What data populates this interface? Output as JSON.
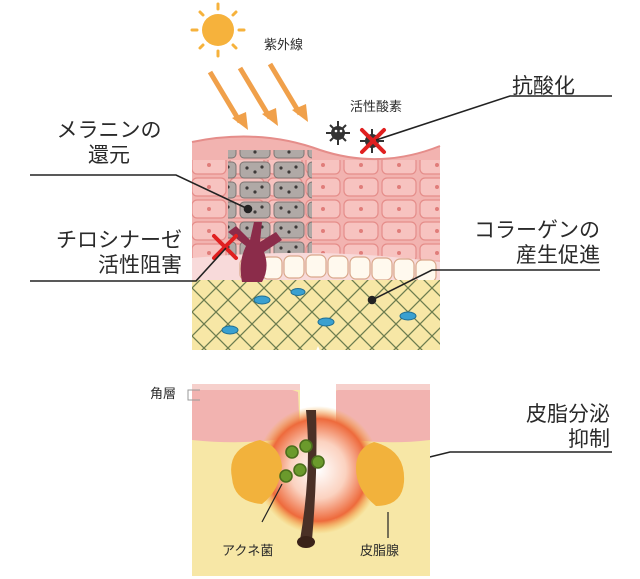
{
  "labels": {
    "uv": "紫外線",
    "active_oxygen": "活性酸素",
    "antioxidant": "抗酸化",
    "melanin_line1": "メラニンの",
    "melanin_line2": "還元",
    "tyrosinase_line1": "チロシナーゼ",
    "tyrosinase_line2": "活性阻害",
    "collagen_line1": "コラーゲンの",
    "collagen_line2": "産生促進",
    "stratum_corneum": "角層",
    "sebum_line1": "皮脂分泌",
    "sebum_line2": "抑制",
    "acne_bacteria": "アクネ菌",
    "sebaceous_gland": "皮脂腺"
  },
  "colors": {
    "sun": "#f6b23c",
    "uv_arrow": "#f0a04a",
    "skin_pink": "#f2b3b0",
    "epidermis_cells": "#f7c3c0",
    "melanin_cells": "#8f8f8f",
    "dermis": "#f7e7a6",
    "collagen_fiber": "#6d7d4f",
    "fibroblast": "#3aa0d0",
    "melanocyte": "#8b2c4a",
    "cross_mark": "#e02020",
    "sebaceous": "#f2b23c",
    "inflammation": "#e84a2a",
    "bacteria": "#6b9a2c"
  }
}
